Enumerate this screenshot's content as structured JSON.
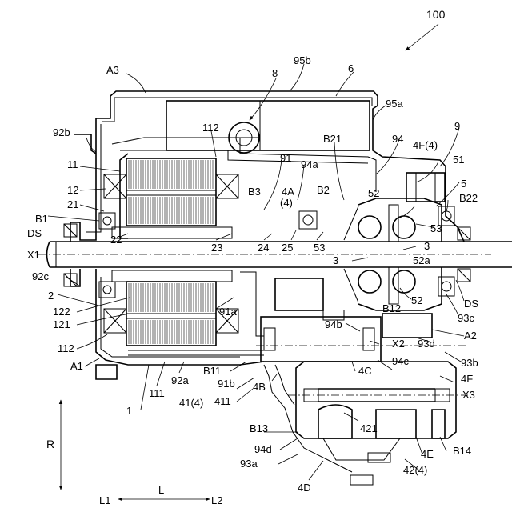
{
  "figure": {
    "ref_main": "100",
    "labels": {
      "A3": "A3",
      "n8": "8",
      "n95b": "95b",
      "n6": "6",
      "n95a": "95a",
      "n92b": "92b",
      "n112a": "112",
      "n9": "9",
      "B21": "B21",
      "n94": "94",
      "n4F4": "4F(4)",
      "n11": "11",
      "n91": "91",
      "n94a": "94a",
      "n51": "51",
      "n5": "5",
      "n12": "12",
      "B3": "B3",
      "n4A": "4A",
      "n4Ap": "(4)",
      "B2": "B2",
      "n52a_top": "52",
      "B22": "B22",
      "n21": "21",
      "B1": "B1",
      "n53a": "53",
      "DS1": "DS",
      "n22": "22",
      "n23": "23",
      "n24": "24",
      "n25": "25",
      "n53b": "53",
      "n3a": "3",
      "X1": "X1",
      "n3b": "3",
      "n52a": "52a",
      "n92c": "92c",
      "n2": "2",
      "n52b": "52",
      "n122": "122",
      "n91a": "91a",
      "B12": "B12",
      "DS2": "DS",
      "n121": "121",
      "n93c": "93c",
      "n94b": "94b",
      "A2": "A2",
      "n112b": "112",
      "X2": "X2",
      "n93d": "93d",
      "n93b": "93b",
      "A1": "A1",
      "B11": "B11",
      "n94c": "94c",
      "n4C": "4C",
      "n4F": "4F",
      "n91b": "91b",
      "n111": "111",
      "n92a": "92a",
      "n41_4": "41(4)",
      "n411": "411",
      "n4B": "4B",
      "X3": "X3",
      "n1": "1",
      "n421": "421",
      "B13": "B13",
      "n94d": "94d",
      "B14": "B14",
      "n4E": "4E",
      "n93a": "93a",
      "n42_4": "42(4)",
      "n4D": "4D",
      "R": "R",
      "L1": "L1",
      "L": "L",
      "L2": "L2"
    }
  }
}
